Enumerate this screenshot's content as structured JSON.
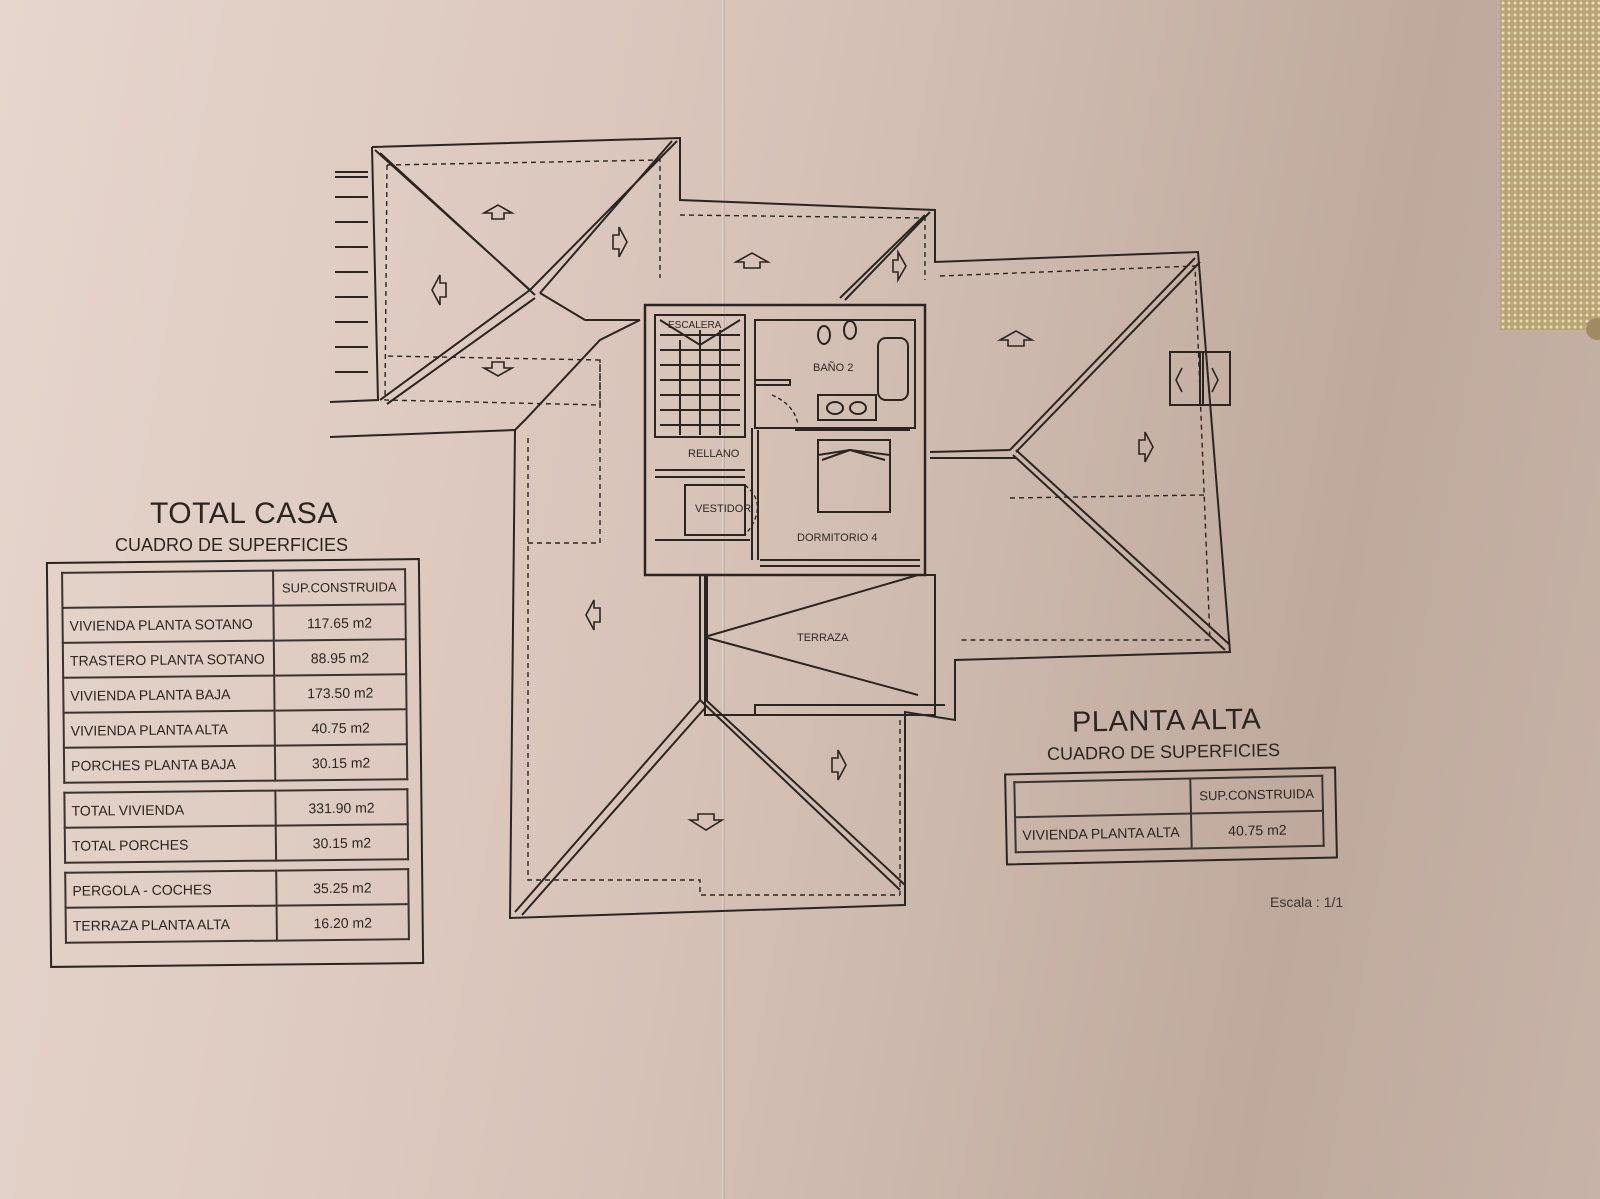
{
  "document": {
    "type": "architectural floor plan (photographed)",
    "colors": {
      "paper": "#ddc9bf",
      "ink": "#2b2522",
      "background_mesh": "#b9a47a"
    }
  },
  "plan": {
    "rooms": {
      "escalera": "ESCALERA",
      "bano": "BAÑO 2",
      "rellano": "RELLANO",
      "vestidor": "VESTIDOR",
      "dormitorio": "DORMITORIO 4",
      "terraza": "TERRAZA"
    }
  },
  "total_casa": {
    "title": "TOTAL CASA",
    "subtitle": "CUADRO DE SUPERFICIES",
    "column_header": "SUP.CONSTRUIDA",
    "groups": [
      {
        "rows": [
          {
            "label": "VIVIENDA PLANTA SOTANO",
            "value": "117.65  m2"
          },
          {
            "label": "TRASTERO PLANTA SOTANO",
            "value": "88.95  m2"
          },
          {
            "label": "VIVIENDA PLANTA BAJA",
            "value": "173.50  m2"
          },
          {
            "label": "VIVIENDA PLANTA ALTA",
            "value": "40.75  m2"
          },
          {
            "label": "PORCHES PLANTA BAJA",
            "value": "30.15  m2"
          }
        ]
      },
      {
        "rows": [
          {
            "label": "TOTAL VIVIENDA",
            "value": "331.90  m2"
          },
          {
            "label": "TOTAL PORCHES",
            "value": "30.15  m2"
          }
        ]
      },
      {
        "rows": [
          {
            "label": "PERGOLA - COCHES",
            "value": "35.25  m2"
          },
          {
            "label": "TERRAZA PLANTA ALTA",
            "value": "16.20  m2"
          }
        ]
      }
    ]
  },
  "planta_alta": {
    "title": "PLANTA ALTA",
    "subtitle": "CUADRO DE SUPERFICIES",
    "column_header": "SUP.CONSTRUIDA",
    "rows": [
      {
        "label": "VIVIENDA PLANTA ALTA",
        "value": "40.75  m2"
      }
    ]
  },
  "scale": "Escala : 1/1"
}
